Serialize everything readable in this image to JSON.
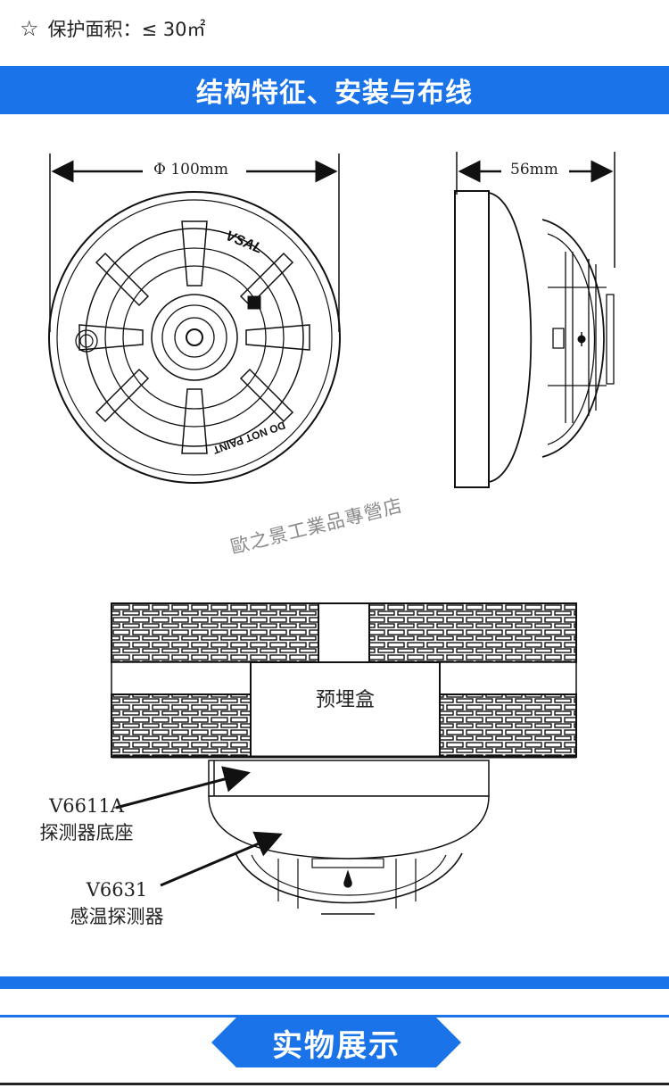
{
  "spec": {
    "text": "保护面积：≤ 30㎡",
    "icon": "star-outline-icon"
  },
  "section1": {
    "title": "结构特征、安装与布线"
  },
  "front_view": {
    "diameter_label": "Φ 100mm",
    "brand": "VSAL",
    "warning": "DO NOT PAINT"
  },
  "side_view": {
    "depth_label": "56mm"
  },
  "watermark": "歐之景工業品專營店",
  "installation": {
    "box_label": "预埋盒",
    "base_model": "V6611A",
    "base_name": "探测器底座",
    "detector_model": "V6631",
    "detector_name": "感温探测器"
  },
  "section2": {
    "title": "实物展示"
  },
  "colors": {
    "accent": "#1a73e8"
  }
}
